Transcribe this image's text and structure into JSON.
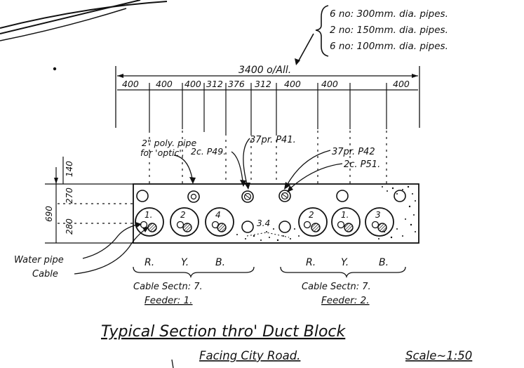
{
  "pipe_schedule": [
    "6 no:  300mm. dia. pipes.",
    "2 no:  150mm. dia. pipes.",
    "6 no:  100mm. dia. pipes."
  ],
  "overall_dimension": "3400  o/All.",
  "segment_dimensions": [
    "400",
    "400",
    "400",
    "312",
    "376",
    "312",
    "400",
    "400",
    "400"
  ],
  "callouts": {
    "poly_pipe": [
      "2\" poly. pipe",
      "for 'optic'."
    ],
    "c49": "2c. P49.",
    "p41": "37pr. P41.",
    "p42": "37pr. P42",
    "c51": "2c. P51."
  },
  "vertical_dimensions": {
    "total": "690",
    "top": "140",
    "middle": "270",
    "bottom": "280"
  },
  "pipe_numbers": [
    "1.",
    "2",
    "4",
    "2",
    "1.",
    "3"
  ],
  "center_label": "3.4",
  "legend_left": [
    "Water pipe",
    "Cable"
  ],
  "groups": [
    {
      "phases": [
        "R.",
        "Y.",
        "B."
      ],
      "section": "Cable Sectn: 7.",
      "feeder": "Feeder: 1."
    },
    {
      "phases": [
        "R.",
        "Y.",
        "B."
      ],
      "section": "Cable Sectn: 7.",
      "feeder": "Feeder: 2."
    }
  ],
  "title": "Typical  Section  thro'  Duct  Block",
  "subtitle": "Facing  City  Road.",
  "scale": "Scale~1:50"
}
